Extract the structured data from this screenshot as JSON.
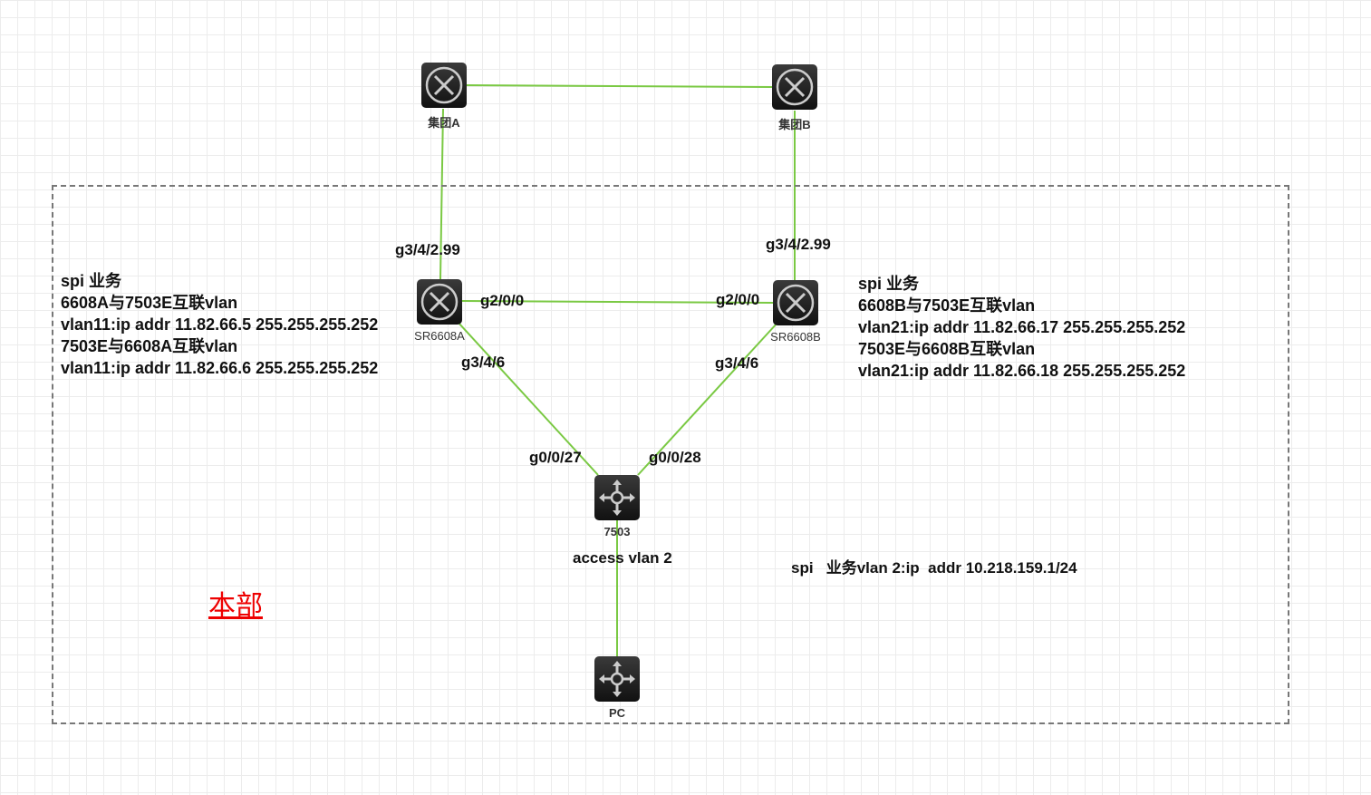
{
  "devices": {
    "groupA": "集团A",
    "groupB": "集团B",
    "sr6608a": "SR6608A",
    "sr6608b": "SR6608B",
    "sw7503": "7503",
    "pc": "PC"
  },
  "ports": {
    "a_up": "g3/4/2.99",
    "b_up": "g3/4/2.99",
    "a_g2": "g2/0/0",
    "b_g2": "g2/0/0",
    "a_down": "g3/4/6",
    "b_down": "g3/4/6",
    "sw_27": "g0/0/27",
    "sw_28": "g0/0/28"
  },
  "access_label": "access vlan 2",
  "left_note": [
    "spi 业务",
    "6608A与7503E互联vlan",
    "vlan11:ip addr 11.82.66.5 255.255.255.252",
    "7503E与6608A互联vlan",
    "vlan11:ip addr 11.82.66.6 255.255.255.252"
  ],
  "right_note": [
    "spi 业务",
    "6608B与7503E互联vlan",
    "vlan21:ip addr 11.82.66.17 255.255.255.252",
    "7503E与6608B互联vlan",
    "vlan21:ip addr 11.82.66.18 255.255.255.252"
  ],
  "vlan2_note": "spi   业务vlan 2:ip  addr 10.218.159.1/24",
  "zone_label": "本部",
  "colors": {
    "link": "#7ac943",
    "zone_title": "#ee0000"
  }
}
